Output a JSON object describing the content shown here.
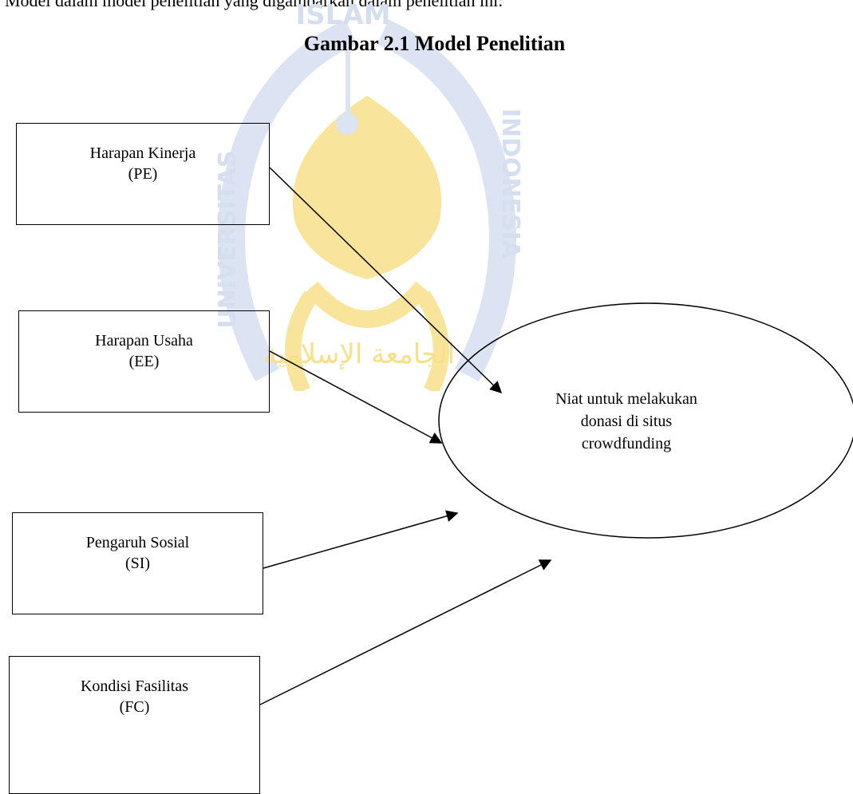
{
  "document": {
    "intro_text": "Model dalam model penelitian yang digambarkan dalam penelitian ini:",
    "figure_title": "Gambar 2.1 Model Penelitian"
  },
  "watermark": {
    "top_text": "ISLAM",
    "left_text": "UNIVERSITAS",
    "right_text": "INDONESIA",
    "arabic_text": "الجامعة الإسلامية",
    "colors": {
      "blue": "#d6dff0",
      "gold": "#f7e089"
    }
  },
  "diagram": {
    "boxes": [
      {
        "id": "pe",
        "label": "Harapan Kinerja",
        "code": "(PE)"
      },
      {
        "id": "ee",
        "label": "Harapan Usaha",
        "code": "(EE)"
      },
      {
        "id": "si",
        "label": "Pengaruh Sosial",
        "code": "(SI)"
      },
      {
        "id": "fc",
        "label": "Kondisi Fasilitas",
        "code": "(FC)"
      }
    ],
    "outcome": {
      "line1": "Niat untuk melakukan",
      "line2": "donasi di situs",
      "line3": "crowdfunding"
    },
    "arrow_color": "#000000"
  }
}
